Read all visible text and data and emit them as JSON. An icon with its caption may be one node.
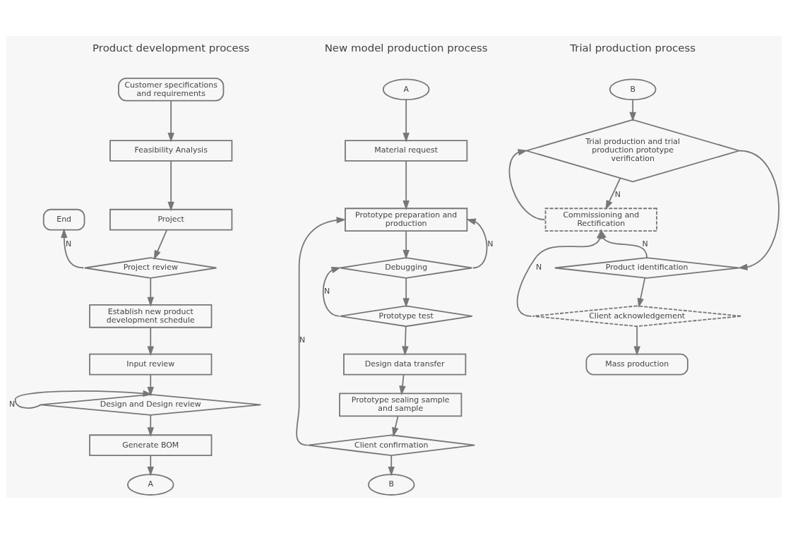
{
  "diagram": {
    "nodes": [
      {
        "text": [
          "Customer specifications and requirements"
        ]
      },
      {
        "text": [
          "Feasibility Analysis"
        ]
      },
      {
        "text": [
          "Project"
        ]
      },
      {
        "text": [
          "End"
        ]
      },
      {
        "text": [
          "Project review"
        ]
      },
      {
        "text": [
          "Establish new product development schedule"
        ]
      },
      {
        "text": [
          "Input review"
        ]
      },
      {
        "text": [
          "Design and Design review"
        ]
      },
      {
        "text": [
          "Generate BOM"
        ]
      },
      {
        "text": [
          "A"
        ]
      },
      {
        "text": [
          "A"
        ]
      },
      {
        "text": [
          "Material request"
        ]
      },
      {
        "text": [
          "Prototype preparation and production"
        ]
      },
      {
        "text": [
          "Debugging"
        ]
      },
      {
        "text": [
          "Prototype test"
        ]
      },
      {
        "text": [
          "Design data transfer"
        ]
      },
      {
        "text": [
          "Prototype sealing sample and sample"
        ]
      },
      {
        "text": [
          "Client confirmation"
        ]
      },
      {
        "text": [
          "B"
        ]
      },
      {
        "text": [
          "B"
        ]
      },
      {
        "text": [
          "Trial production and trial production prototype verification"
        ]
      },
      {
        "text": [
          "Commissioning and Rectification"
        ]
      },
      {
        "text": [
          "Product identification"
        ]
      },
      {
        "text": [
          "Client acknowledgement"
        ]
      },
      {
        "text": [
          "Mass production"
        ]
      }
    ],
    "edges": [
      {
        "from": 0,
        "to": 1,
        "arrow": "to"
      },
      {
        "from": 1,
        "to": 2,
        "arrow": "to"
      },
      {
        "from": 2,
        "to": 4,
        "arrow": "to"
      },
      {
        "from": 4,
        "to": 3,
        "arrow": "to",
        "label": "N"
      },
      {
        "from": 4,
        "to": 5,
        "arrow": "to"
      },
      {
        "from": 5,
        "to": 6,
        "arrow": "to"
      },
      {
        "from": 6,
        "to": 7,
        "arrow": "to"
      },
      {
        "from": 7,
        "to": 7,
        "arrow": "to",
        "label": "N"
      },
      {
        "from": 7,
        "to": 8,
        "arrow": "to"
      },
      {
        "from": 8,
        "to": 9,
        "arrow": "to"
      },
      {
        "from": 10,
        "to": 11,
        "arrow": "to"
      },
      {
        "from": 11,
        "to": 12,
        "arrow": "to"
      },
      {
        "from": 12,
        "to": 13,
        "arrow": "to"
      },
      {
        "from": 13,
        "to": 12,
        "arrow": "to",
        "label": "N"
      },
      {
        "from": 13,
        "to": 14,
        "arrow": "to"
      },
      {
        "from": 14,
        "to": 13,
        "arrow": "to",
        "label": "N"
      },
      {
        "from": 14,
        "to": 15,
        "arrow": "to"
      },
      {
        "from": 15,
        "to": 16,
        "arrow": "to"
      },
      {
        "from": 16,
        "to": 17,
        "arrow": "to"
      },
      {
        "from": 17,
        "to": 12,
        "arrow": "to",
        "label": "N"
      },
      {
        "from": 17,
        "to": 18,
        "arrow": "to"
      },
      {
        "from": 19,
        "to": 20,
        "arrow": "to"
      },
      {
        "from": 20,
        "to": 21,
        "arrow": "to",
        "label": "N"
      },
      {
        "from": 21,
        "to": 20,
        "arrow": "to"
      },
      {
        "from": 20,
        "to": 22,
        "arrow": "to"
      },
      {
        "from": 22,
        "to": 21,
        "arrow": "to",
        "label": "N"
      },
      {
        "from": 23,
        "to": 21,
        "arrow": "to",
        "label": "N"
      },
      {
        "from": 22,
        "to": 23,
        "arrow": "to"
      },
      {
        "from": 23,
        "to": 24,
        "arrow": "to"
      }
    ],
    "labels": [
      "Product development process",
      "New model production process",
      "Trial production process"
    ]
  }
}
